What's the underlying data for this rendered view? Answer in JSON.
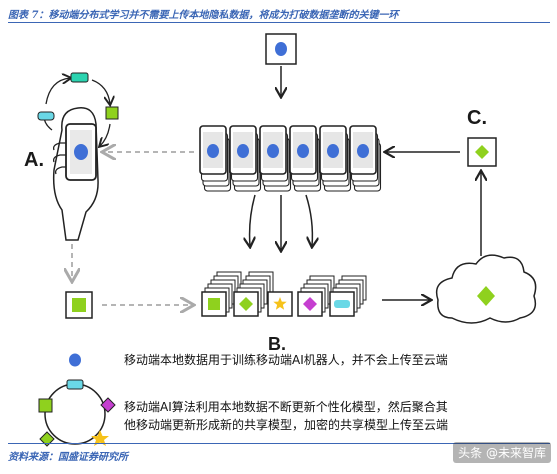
{
  "caption": "图表 7：移动端分布式学习并不需要上传本地隐私数据，将成为打破数据垄断的关键一环",
  "labels": {
    "a": "A.",
    "b": "B.",
    "c": "C."
  },
  "legend": {
    "line1": "移动端本地数据用于训练移动端AI机器人，并不会上传至云端",
    "line2a": "移动端AI算法利用本地数据不断更新个性化模型，然后聚合其",
    "line2b": "他移动端更新形成新的共享模型，加密的共享模型上传至云端"
  },
  "source": "资料来源：国盛证券研究所",
  "watermark": "头条 @未来智库",
  "colors": {
    "accent_blue": "#3b66b5",
    "dot_blue": "#3f6fd6",
    "green": "#8fd11e",
    "cyan": "#6ad8e6",
    "magenta": "#c53fd0",
    "yellow": "#f6c21a",
    "teal": "#2bd4b0"
  }
}
